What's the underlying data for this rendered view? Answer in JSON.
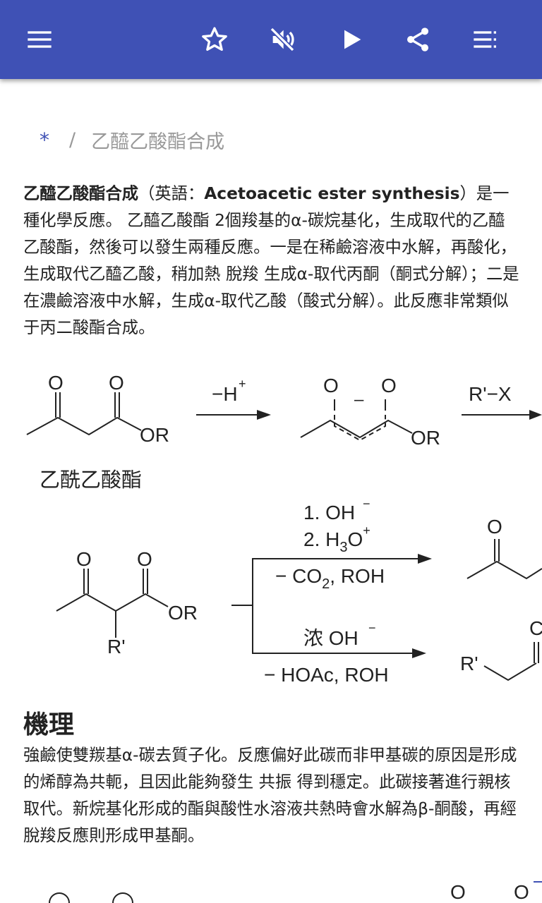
{
  "toolbar": {
    "menu_icon": "hamburger-menu-icon",
    "actions": [
      "star-icon",
      "volume-off-icon",
      "play-icon",
      "share-icon",
      "playlist-icon"
    ]
  },
  "breadcrumb": {
    "root": "*",
    "separator": "/",
    "current": "乙醯乙酸酯合成"
  },
  "intro": {
    "term": "乙醯乙酸酯合成",
    "open": "（英語：",
    "term_en": "Acetoacetic ester synthesis",
    "body": "）是一種化學反應。 乙醯乙酸酯 2個羧基的α-碳烷基化，生成取代的乙醯乙酸酯，然後可以發生兩種反應。一是在稀鹼溶液中水解，再酸化，生成取代乙醯乙酸，稍加熱 脫羧 生成α-取代丙酮（酮式分解）；二是在濃鹼溶液中水解，生成α-取代乙酸（酸式分解）。此反應非常類似于丙二酸酯合成。"
  },
  "scheme1": {
    "o_label": "O",
    "or_label": "OR",
    "reagent1": "−H",
    "reagent1_sup": "+",
    "minus": "–",
    "reagent2": "R'−X",
    "caption": "乙酰乙酸酯"
  },
  "scheme2": {
    "o_label": "O",
    "or_label": "OR",
    "r_label": "R'",
    "top_step1": "1. OH",
    "top_step1_sup": "−",
    "top_step2_a": "2. H",
    "top_step2_sub": "3",
    "top_step2_b": "O",
    "top_step2_sup": "+",
    "top_below_a": "− CO",
    "top_below_sub": "2",
    "top_below_b": ", ROH",
    "bottom_above": "浓 OH",
    "bottom_above_sup": "−",
    "bottom_below": "− HOAc, ROH",
    "partial_o": "C",
    "partial_r": "R'"
  },
  "mechanism": {
    "heading": "機理",
    "body": "強鹼使雙羰基α-碳去質子化。反應偏好此碳而非甲基碳的原因是形成的烯醇為共軛，且因此能夠發生 共振 得到穩定。此碳接著進行親核取代。新烷基化形成的酯與酸性水溶液共熱時會水解為β-酮酸，再經脫羧反應則形成甲基酮。"
  },
  "scheme3": {
    "o_label": "O",
    "o_minus": "O"
  },
  "colors": {
    "appbar": "#3f51b5",
    "breadcrumb_root": "#3f51b5",
    "text": "#222222",
    "muted": "#999999"
  }
}
